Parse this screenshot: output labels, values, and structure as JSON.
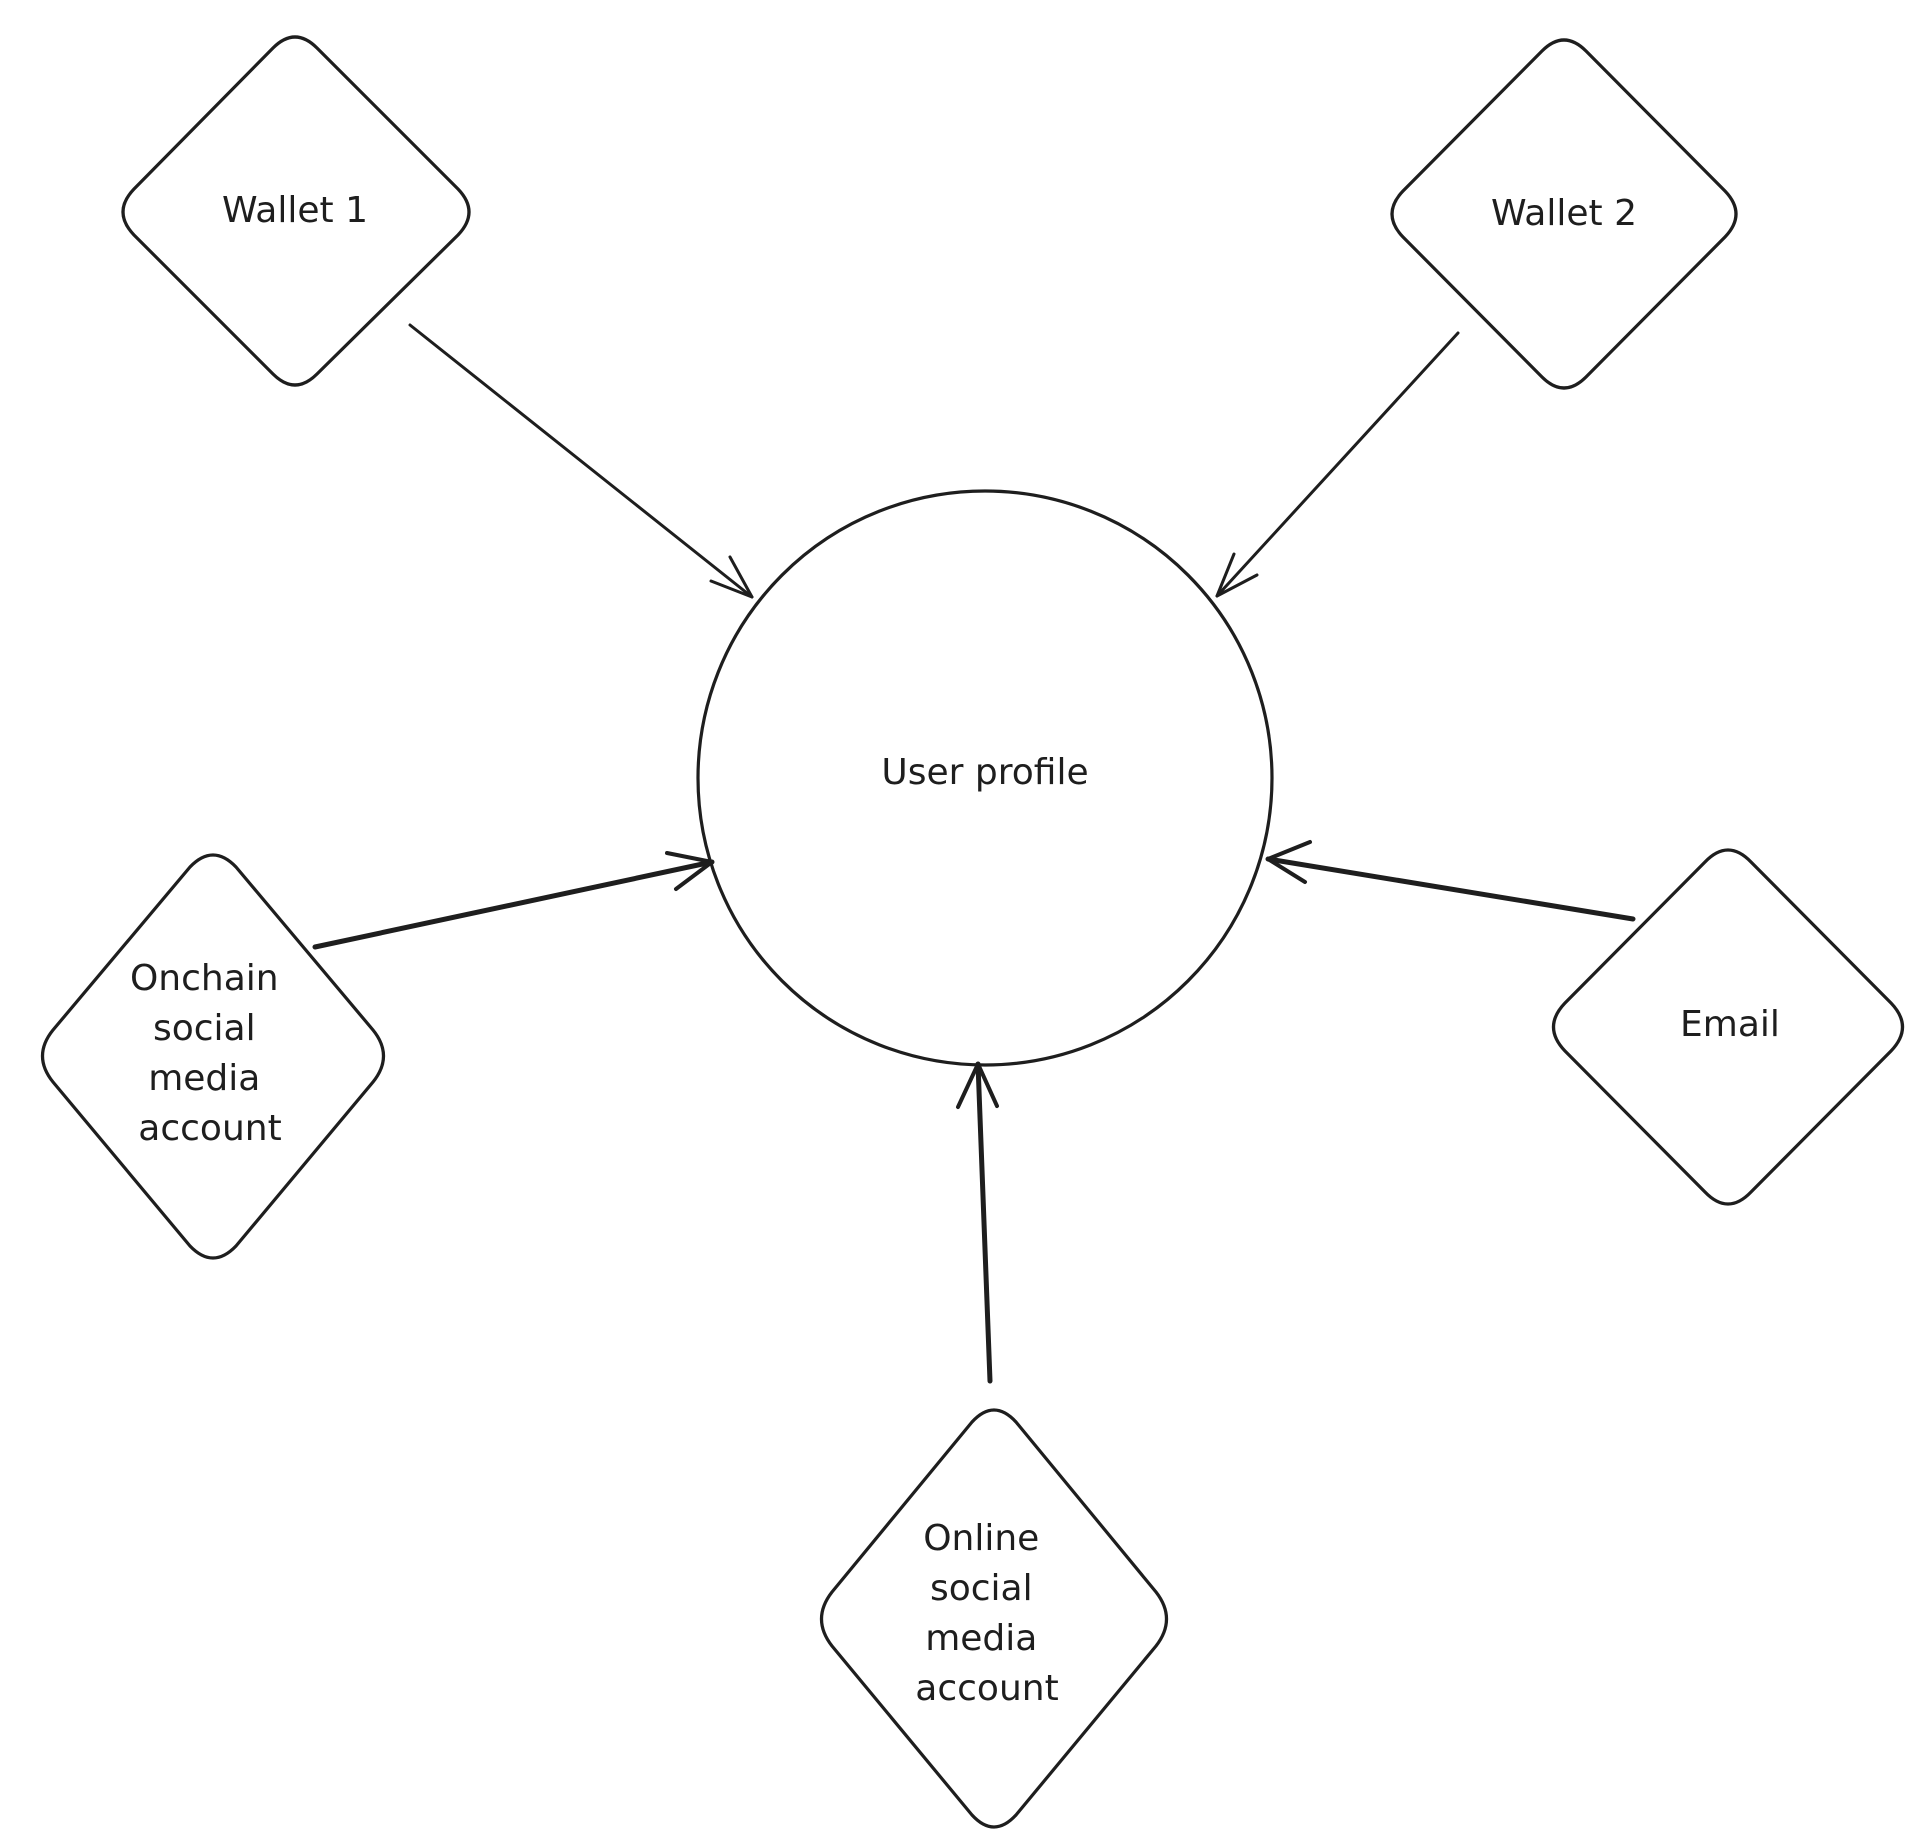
{
  "center": {
    "label": "User profile"
  },
  "nodes": [
    {
      "id": "wallet-1",
      "label_lines": [
        "Wallet 1"
      ]
    },
    {
      "id": "wallet-2",
      "label_lines": [
        "Wallet 2"
      ]
    },
    {
      "id": "onchain-social",
      "label_lines": [
        "Onchain",
        "social",
        "media",
        "account"
      ]
    },
    {
      "id": "email",
      "label_lines": [
        "Email"
      ]
    },
    {
      "id": "online-social",
      "label_lines": [
        "Online",
        "social",
        "media",
        "account"
      ]
    }
  ],
  "edges": [
    {
      "from": "wallet-1",
      "to": "center"
    },
    {
      "from": "wallet-2",
      "to": "center"
    },
    {
      "from": "onchain-social",
      "to": "center"
    },
    {
      "from": "email",
      "to": "center"
    },
    {
      "from": "online-social",
      "to": "center"
    }
  ],
  "colors": {
    "stroke": "#1e1e1e",
    "background": "#ffffff"
  }
}
